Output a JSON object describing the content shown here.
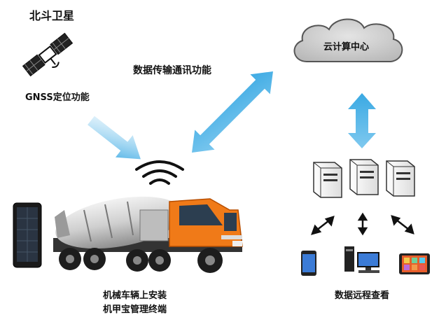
{
  "labels": {
    "satellite_title": "北斗卫星",
    "gnss": "GNSS定位功能",
    "comm": "数据传输通讯功能",
    "cloud": "云计算中心",
    "vehicle_line1": "机械车辆上安装",
    "vehicle_line2": "机甲宝管理终端",
    "remote_view": "数据远程查看"
  },
  "colors": {
    "arrow_blue": "#4ab4e6",
    "truck_orange": "#f07a18",
    "cloud_gray": "#c9c9c9"
  },
  "icons": [
    "satellite-icon",
    "signal-waves-icon",
    "cloud-icon",
    "server-icon",
    "gps-tracker-icon",
    "truck-icon",
    "phone-icon",
    "desktop-icon",
    "tablet-icon"
  ]
}
